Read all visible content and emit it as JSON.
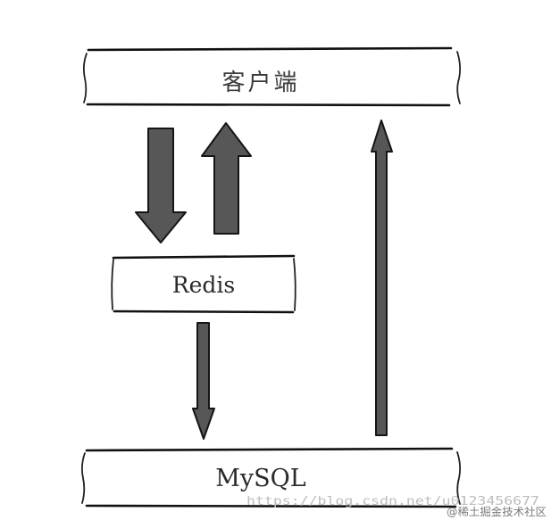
{
  "nodes": {
    "client": "客户端",
    "redis": "Redis",
    "mysql": "MySQL"
  },
  "watermark": {
    "url": "https://blog.csdn.net/u0123456677",
    "brand": "@稀土掘金技术社区"
  },
  "colors": {
    "background": "#ffffff",
    "arrow_fill": "#575757",
    "outline": "#111111",
    "watermark": "#bdbdbd"
  }
}
